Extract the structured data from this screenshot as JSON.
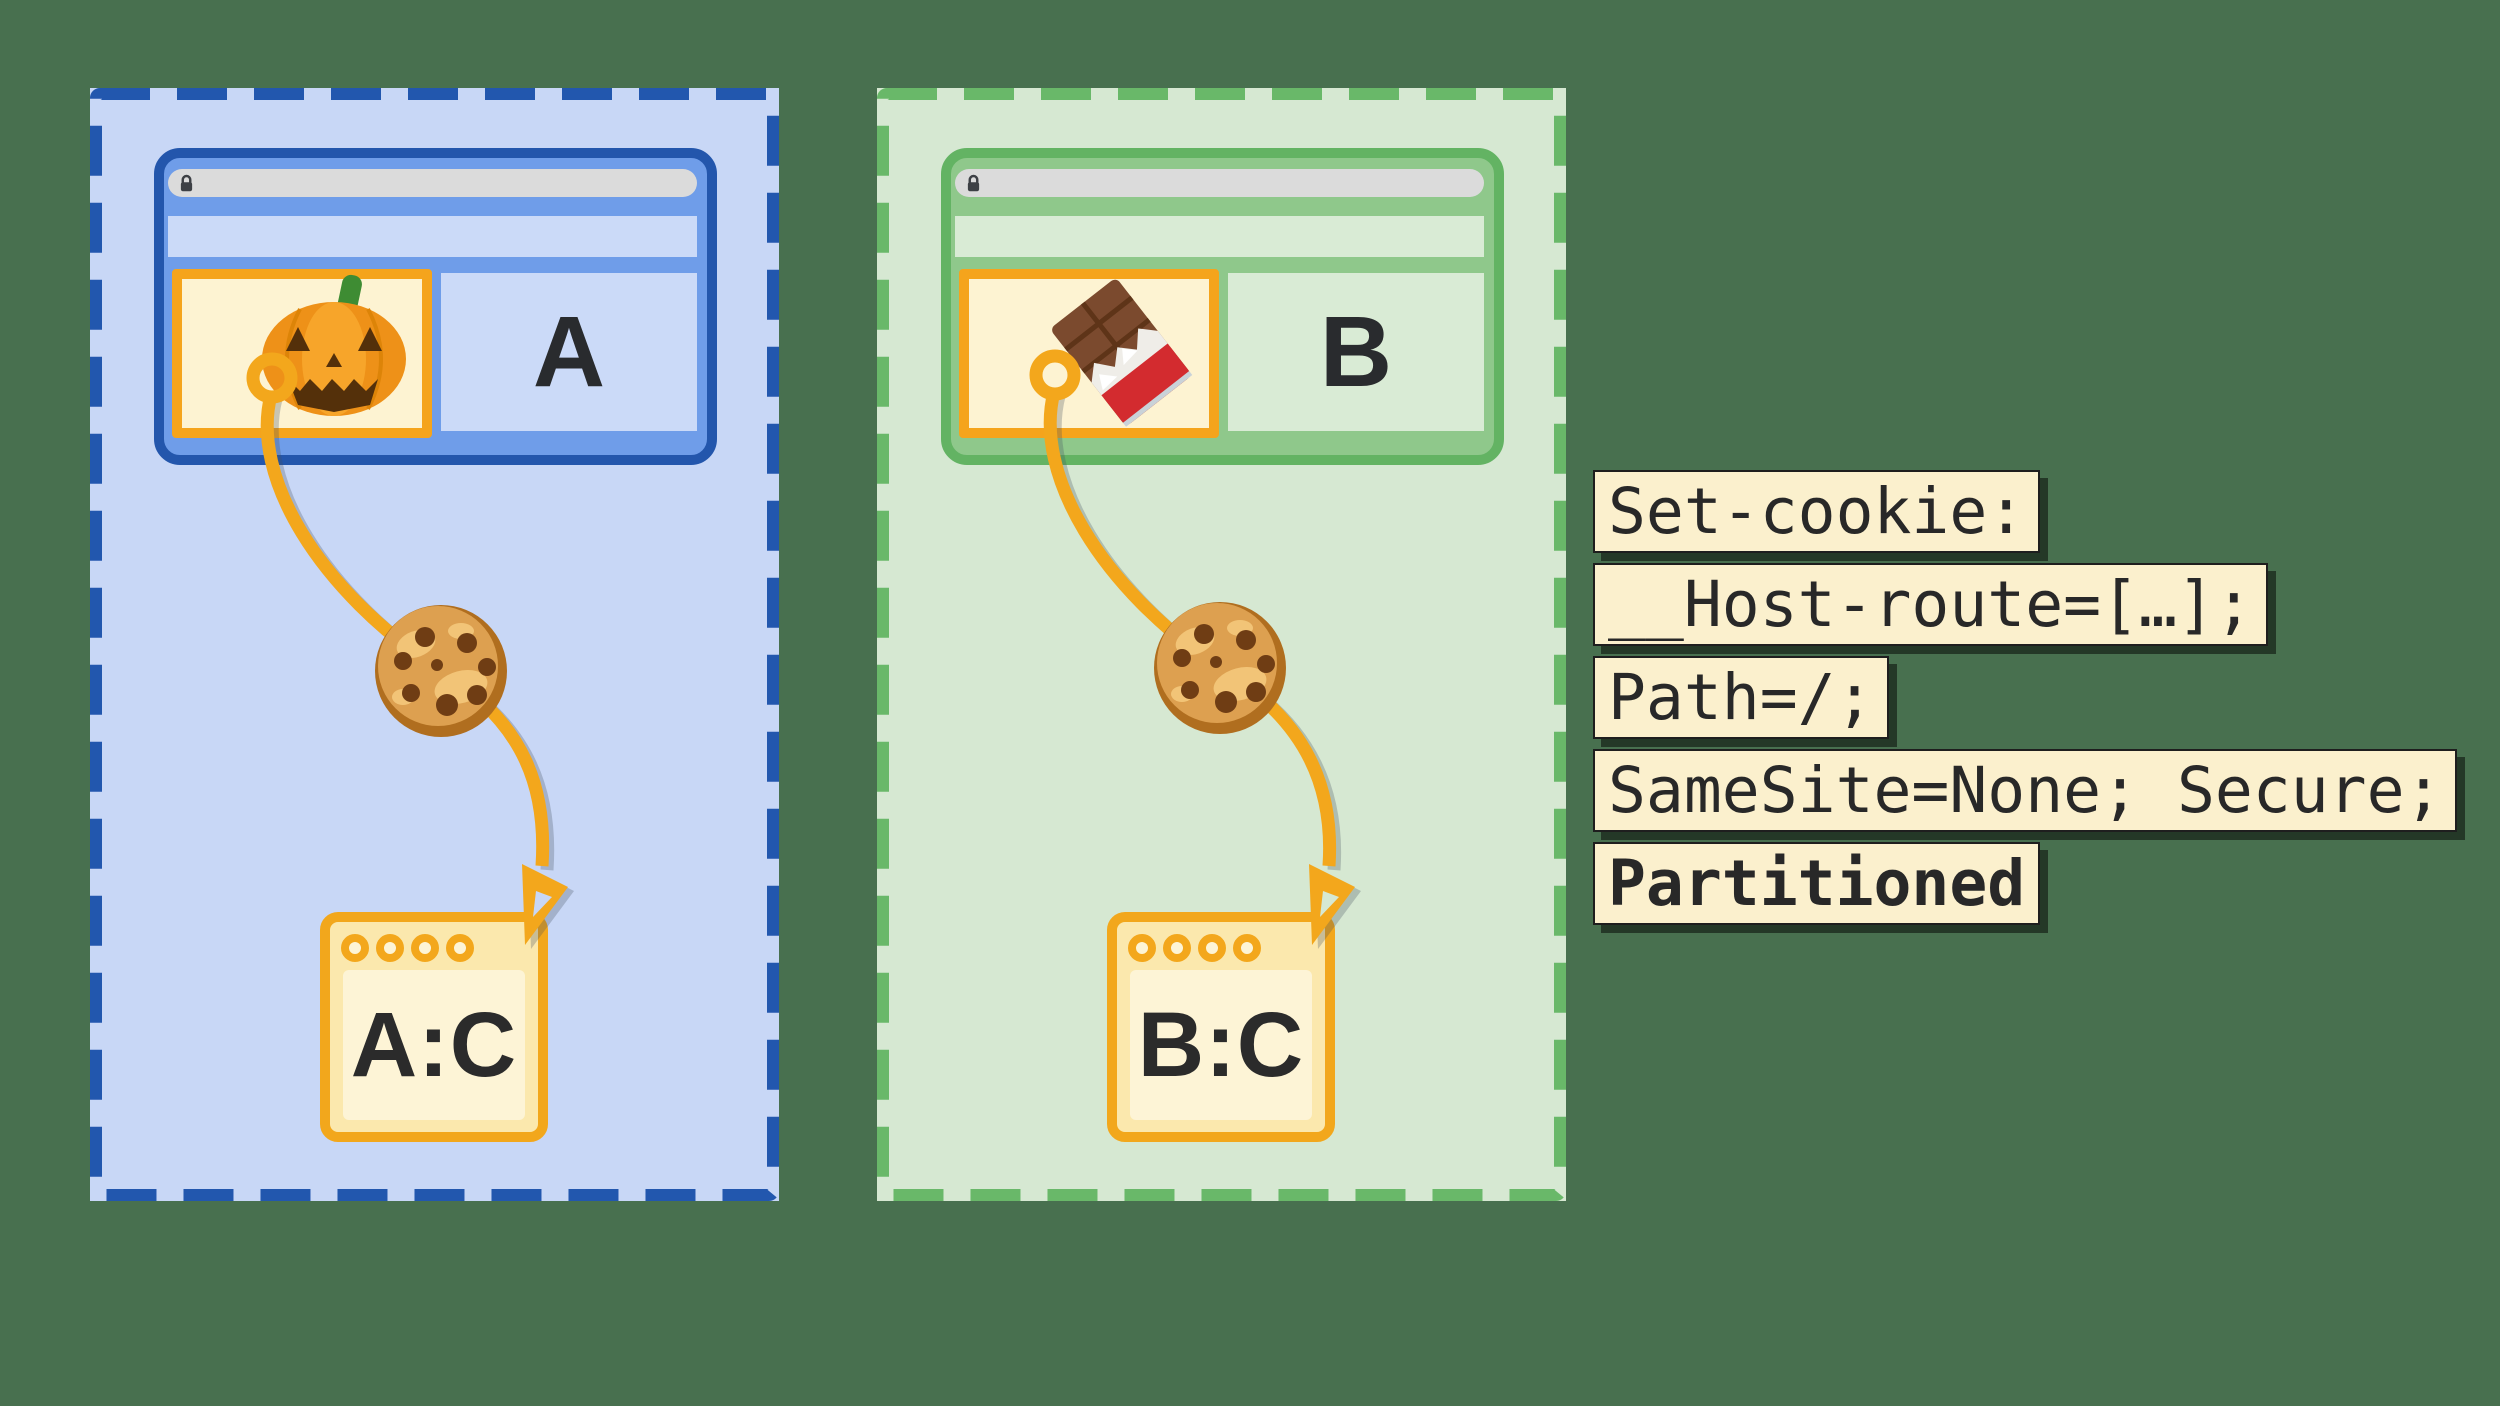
{
  "background_color": "#48704F",
  "partitions": [
    {
      "site": "A",
      "theme_color": "#2356AC",
      "fill_color": "#C8D7F6",
      "browser": {
        "address_bar_icon": "lock-icon",
        "embed_icon": "pumpkin-emoji",
        "site_label": "A"
      },
      "cookie_icon": "cookie-emoji",
      "partition_key_label": "A:C"
    },
    {
      "site": "B",
      "theme_color": "#63B363",
      "fill_color": "#D6E8D2",
      "browser": {
        "address_bar_icon": "lock-icon",
        "embed_icon": "chocolate-emoji",
        "site_label": "B"
      },
      "cookie_icon": "cookie-emoji",
      "partition_key_label": "B:C"
    }
  ],
  "code_block": {
    "background": "#FBF0CD",
    "text_color": "#282828",
    "lines": [
      {
        "text": "Set-cookie:",
        "bold": false
      },
      {
        "text": "__Host-route=[…];",
        "bold": false
      },
      {
        "text": "Path=/;",
        "bold": false
      },
      {
        "text": "SameSite=None; Secure;",
        "bold": false
      },
      {
        "text": "Partitioned",
        "bold": true
      }
    ]
  },
  "colors": {
    "orange_accent": "#F3A71C",
    "iframe_fill": "#FDF3D2",
    "jar_fill": "#FBE8AD",
    "jar_screen_fill": "#FDF4D6",
    "address_bar": "#DBDBDB",
    "blue_toolbar": "#6F9DE9",
    "green_toolbar": "#8FC88B"
  }
}
